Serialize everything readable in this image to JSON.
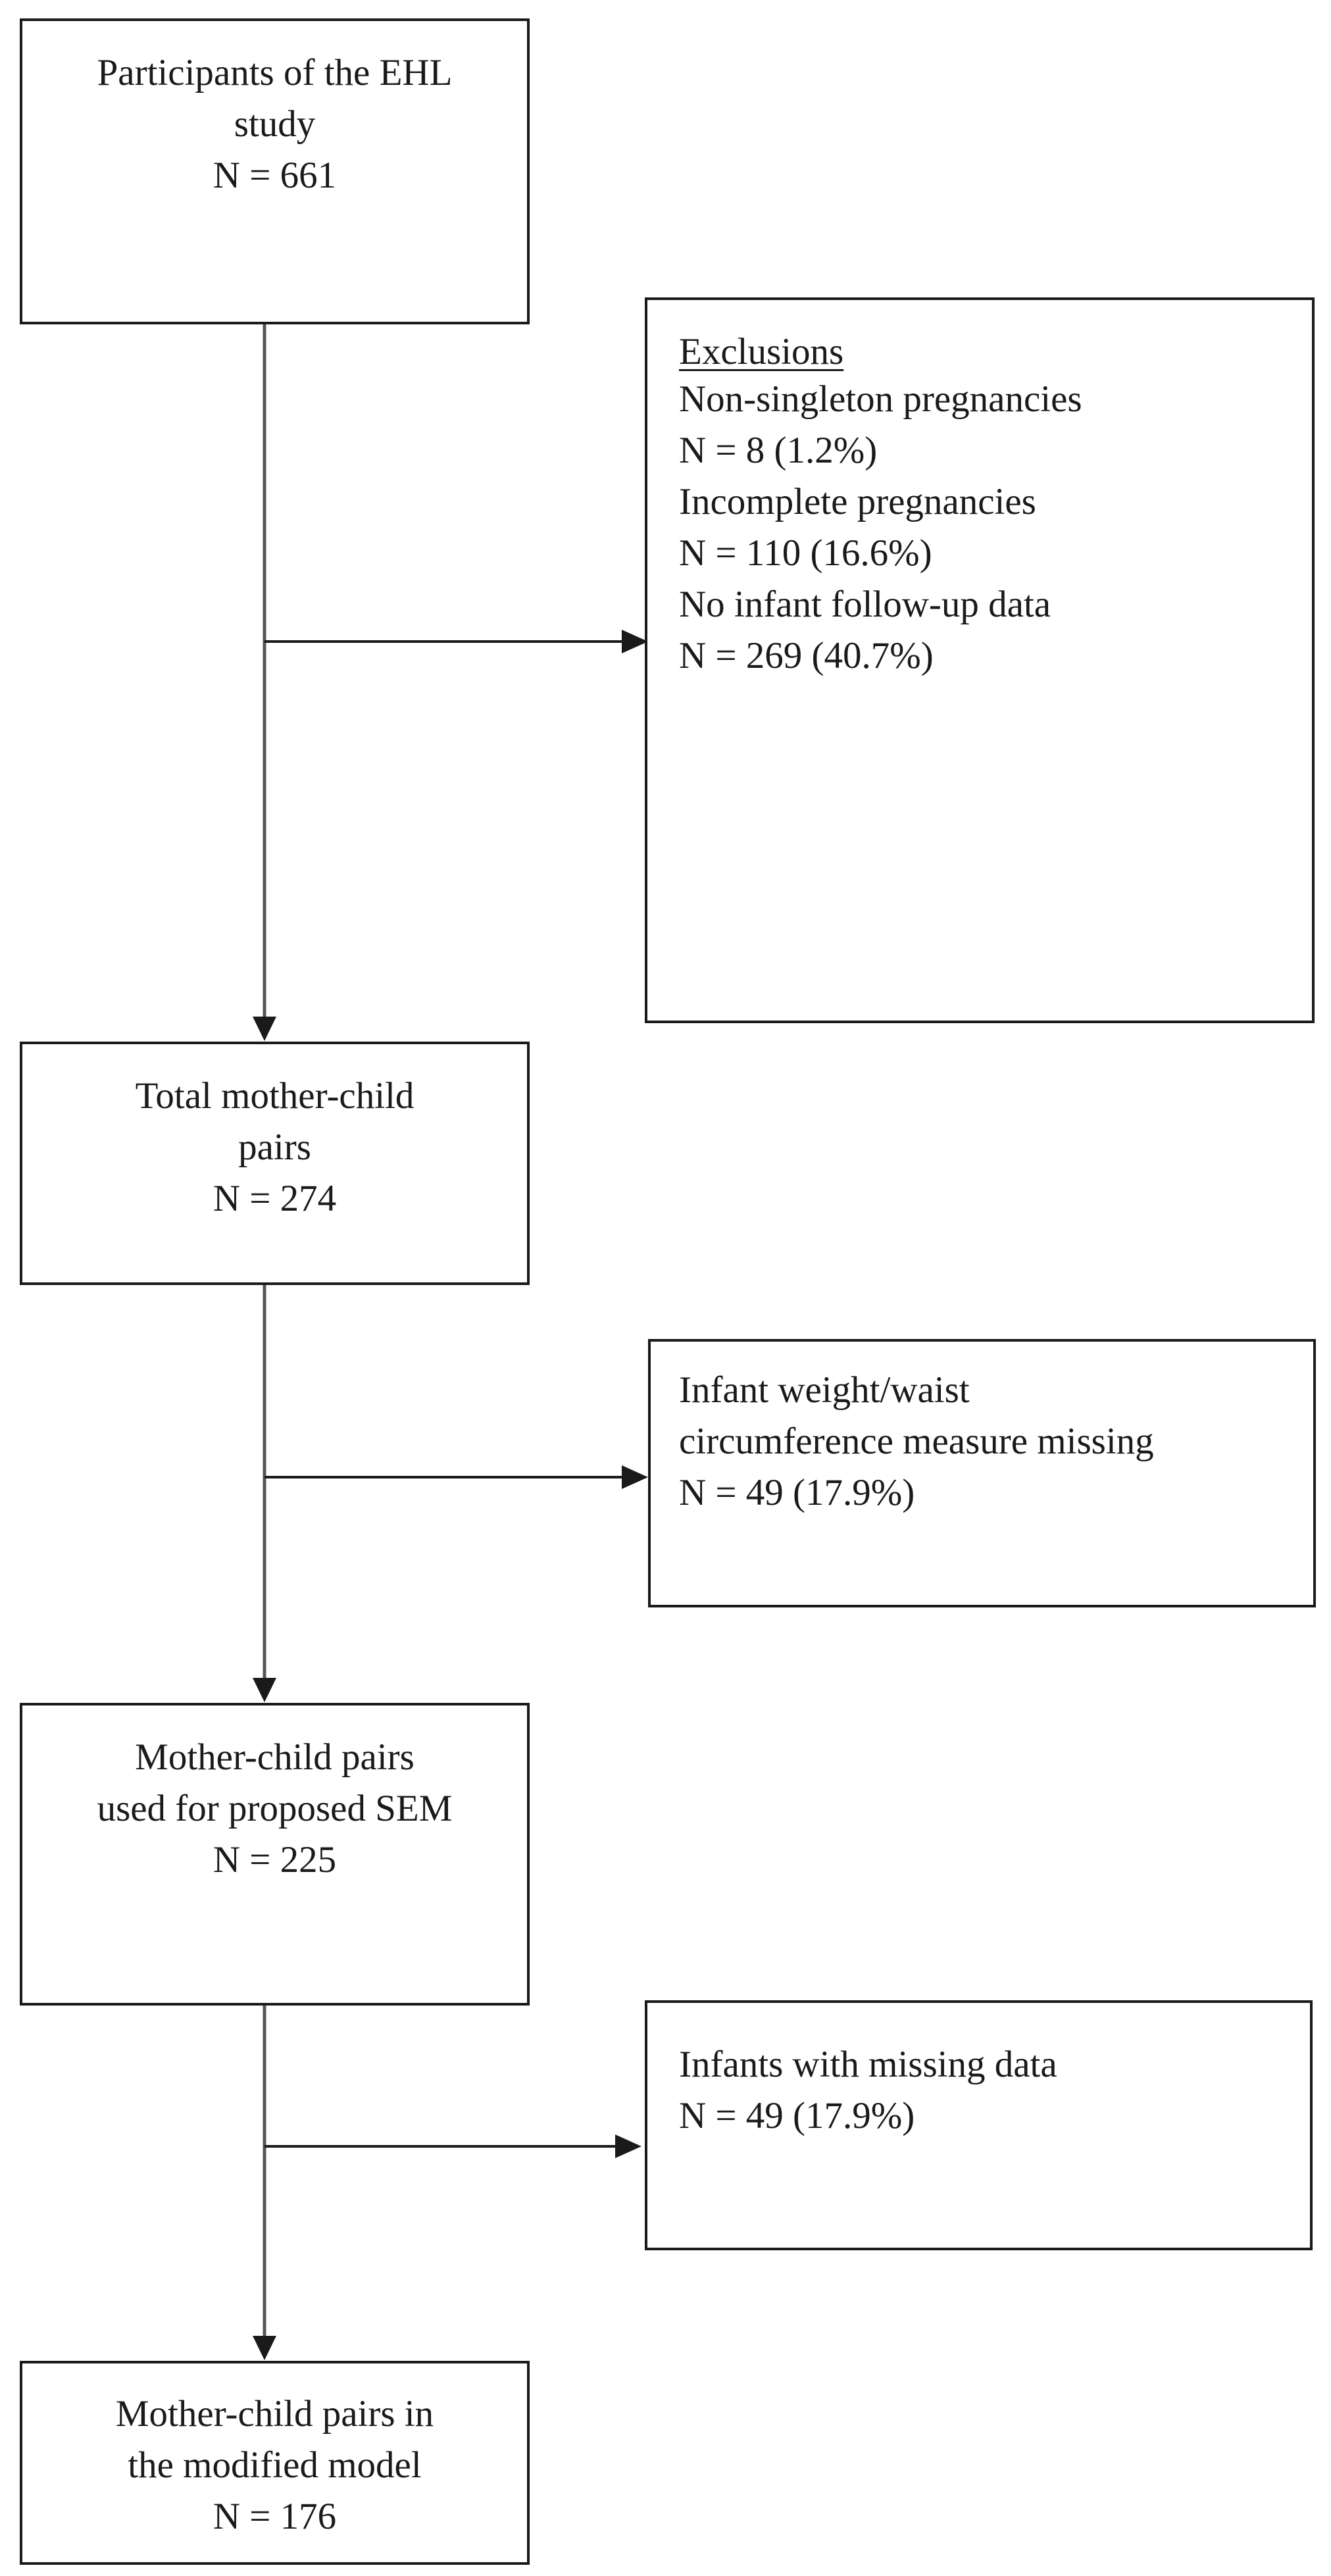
{
  "flowchart": {
    "main_boxes": [
      {
        "lines": [
          "Participants of the EHL",
          "study",
          "N = 661"
        ]
      },
      {
        "lines": [
          "Total mother-child",
          "pairs",
          "N = 274"
        ]
      },
      {
        "lines": [
          "Mother-child pairs",
          "used for proposed SEM",
          "N = 225"
        ]
      },
      {
        "lines": [
          "Mother-child pairs in",
          "the modified model",
          "N = 176"
        ]
      }
    ],
    "exclusion_boxes": [
      {
        "heading": "Exclusions",
        "lines": [
          "Non-singleton pregnancies",
          "N = 8 (1.2%)",
          "Incomplete pregnancies",
          "N = 110 (16.6%)",
          "No infant follow-up data",
          "N = 269 (40.7%)"
        ]
      },
      {
        "lines": [
          "Infant weight/waist",
          "circumference measure missing",
          "N = 49 (17.9%)"
        ]
      },
      {
        "lines": [
          "Infants with missing data",
          "N = 49 (17.9%)"
        ]
      }
    ]
  }
}
